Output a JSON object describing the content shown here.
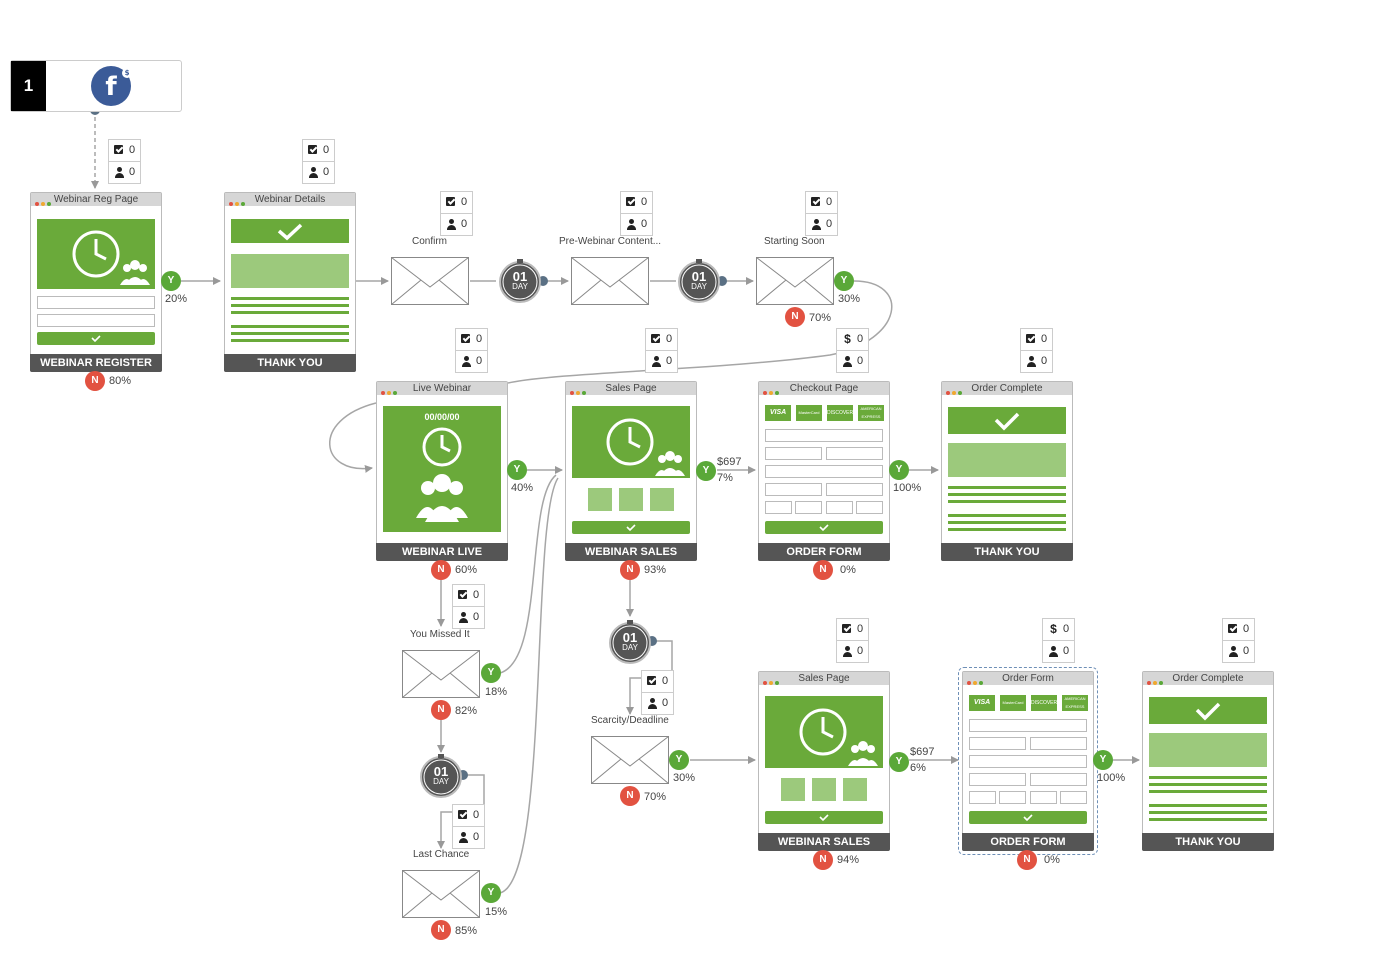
{
  "source": {
    "step_number": "1",
    "icon": "facebook-icon"
  },
  "colors": {
    "green": "#6aaa3a",
    "light_green": "#9cc97c",
    "yes": "#5aa838",
    "no": "#e25241",
    "footer": "#555555"
  },
  "stats": {
    "reg": [
      "0",
      "0"
    ],
    "details": [
      "0",
      "0"
    ],
    "confirm": [
      "0",
      "0"
    ],
    "pre": [
      "0",
      "0"
    ],
    "soon": [
      "0",
      "0"
    ],
    "live": [
      "0",
      "0"
    ],
    "sales1": [
      "0",
      "0"
    ],
    "checkout": [
      "0",
      "0"
    ],
    "complete1": [
      "0",
      "0"
    ],
    "missed": [
      "0",
      "0"
    ],
    "scarcity": [
      "0",
      "0"
    ],
    "sales2": [
      "0",
      "0"
    ],
    "orderform2": [
      "0",
      "0"
    ],
    "complete2": [
      "0",
      "0"
    ],
    "last": [
      "0",
      "0"
    ]
  },
  "pages": {
    "reg": {
      "title": "Webinar Reg Page",
      "footer": "WEBINAR REGISTER"
    },
    "details": {
      "title": "Webinar Details",
      "footer": "THANK YOU"
    },
    "live": {
      "title": "Live Webinar",
      "footer": "WEBINAR LIVE",
      "counter": "00/00/00"
    },
    "sales1": {
      "title": "Sales Page",
      "footer": "WEBINAR SALES"
    },
    "checkout": {
      "title": "Checkout Page",
      "footer": "ORDER FORM"
    },
    "complete1": {
      "title": "Order Complete",
      "footer": "THANK YOU"
    },
    "sales2": {
      "title": "Sales Page",
      "footer": "WEBINAR SALES"
    },
    "orderform2": {
      "title": "Order Form",
      "footer": "ORDER FORM"
    },
    "complete2": {
      "title": "Order Complete",
      "footer": "THANK YOU"
    }
  },
  "card_logos": [
    "VISA",
    "MasterCard",
    "DISCOVER",
    "AMERICAN EXPRESS"
  ],
  "emails": {
    "confirm": "Confirm",
    "pre": "Pre-Webinar Content...",
    "soon": "Starting Soon",
    "missed": "You Missed It",
    "scarcity": "Scarcity/Deadline",
    "last": "Last Chance"
  },
  "timer": {
    "value": "01",
    "unit": "DAY"
  },
  "badges": {
    "yes": "Y",
    "no": "N"
  },
  "rates": {
    "reg_yes": "20%",
    "reg_no": "80%",
    "soon_yes": "30%",
    "soon_no": "70%",
    "live_yes": "40%",
    "live_no": "60%",
    "sales1_price": "$697",
    "sales1_yes": "7%",
    "sales1_no": "93%",
    "checkout_yes": "100%",
    "checkout_no": "0%",
    "missed_yes": "18%",
    "missed_no": "82%",
    "last_yes": "15%",
    "last_no": "85%",
    "scarcity_yes": "30%",
    "scarcity_no": "70%",
    "sales2_price": "$697",
    "sales2_yes": "6%",
    "sales2_no": "94%",
    "orderform2_yes": "100%",
    "orderform2_no": "0%"
  }
}
